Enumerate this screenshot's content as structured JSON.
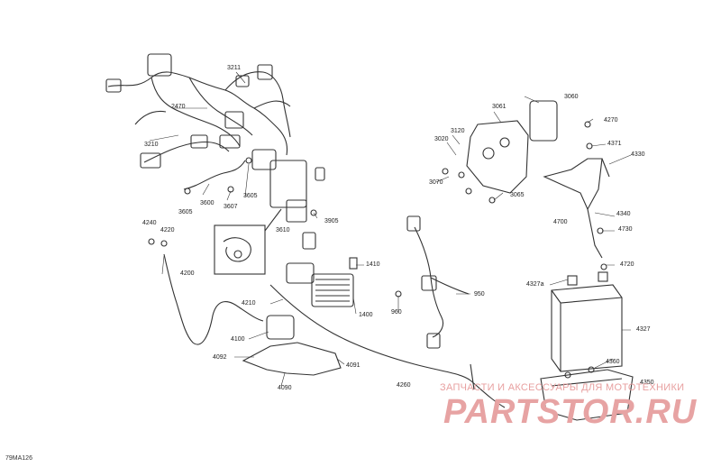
{
  "diagram_ref": "79MA126",
  "watermark": {
    "top_text": "ЗАПЧАСТИ И АКСЕССУАРЫ ДЛЯ МОТОТЕХНИКИ",
    "logo_text": "PARTSTOR.RU"
  },
  "labels": [
    {
      "id": "3211",
      "text": "3211"
    },
    {
      "id": "2470",
      "text": "2470"
    },
    {
      "id": "3210",
      "text": "3210"
    },
    {
      "id": "3605",
      "text": "3605"
    },
    {
      "id": "3600",
      "text": "3600"
    },
    {
      "id": "3607",
      "text": "3607"
    },
    {
      "id": "3605b",
      "text": "3605"
    },
    {
      "id": "3905",
      "text": "3905"
    },
    {
      "id": "3610",
      "text": "3610"
    },
    {
      "id": "4240",
      "text": "4240"
    },
    {
      "id": "4220",
      "text": "4220"
    },
    {
      "id": "4200",
      "text": "4200"
    },
    {
      "id": "1410",
      "text": "1410"
    },
    {
      "id": "4210",
      "text": "4210"
    },
    {
      "id": "1400",
      "text": "1400"
    },
    {
      "id": "4100",
      "text": "4100"
    },
    {
      "id": "4092",
      "text": "4092"
    },
    {
      "id": "4091",
      "text": "4091"
    },
    {
      "id": "4090",
      "text": "4090"
    },
    {
      "id": "4260",
      "text": "4260"
    },
    {
      "id": "950",
      "text": "950"
    },
    {
      "id": "960",
      "text": "960"
    },
    {
      "id": "3061",
      "text": "3061"
    },
    {
      "id": "3060",
      "text": "3060"
    },
    {
      "id": "3120",
      "text": "3120"
    },
    {
      "id": "3020",
      "text": "3020"
    },
    {
      "id": "3070",
      "text": "3070"
    },
    {
      "id": "3065",
      "text": "3065"
    },
    {
      "id": "4270",
      "text": "4270"
    },
    {
      "id": "4371",
      "text": "4371"
    },
    {
      "id": "4330",
      "text": "4330"
    },
    {
      "id": "4700",
      "text": "4700"
    },
    {
      "id": "4340",
      "text": "4340"
    },
    {
      "id": "4730",
      "text": "4730"
    },
    {
      "id": "4720",
      "text": "4720"
    },
    {
      "id": "4327a",
      "text": "4327a"
    },
    {
      "id": "4327",
      "text": "4327"
    },
    {
      "id": "4360",
      "text": "4360"
    },
    {
      "id": "4350",
      "text": "4350"
    }
  ]
}
